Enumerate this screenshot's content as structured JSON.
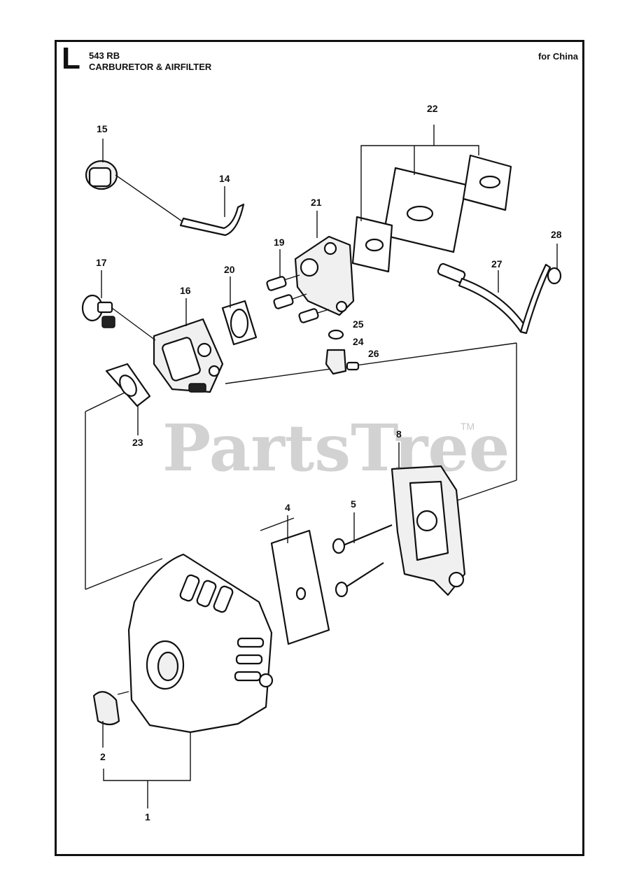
{
  "header": {
    "section_letter": "L",
    "model": "543 RB",
    "title": "CARBURETOR & AIRFILTER",
    "region": "for China"
  },
  "watermark": {
    "text": "PartsTree",
    "tm": "TM"
  },
  "callouts": {
    "c1": "1",
    "c2": "2",
    "c4": "4",
    "c5": "5",
    "c8": "8",
    "c14": "14",
    "c15": "15",
    "c16": "16",
    "c17": "17",
    "c19": "19",
    "c20": "20",
    "c21": "21",
    "c22": "22",
    "c23": "23",
    "c24": "24",
    "c25": "25",
    "c26": "26",
    "c27": "27",
    "c28": "28"
  }
}
